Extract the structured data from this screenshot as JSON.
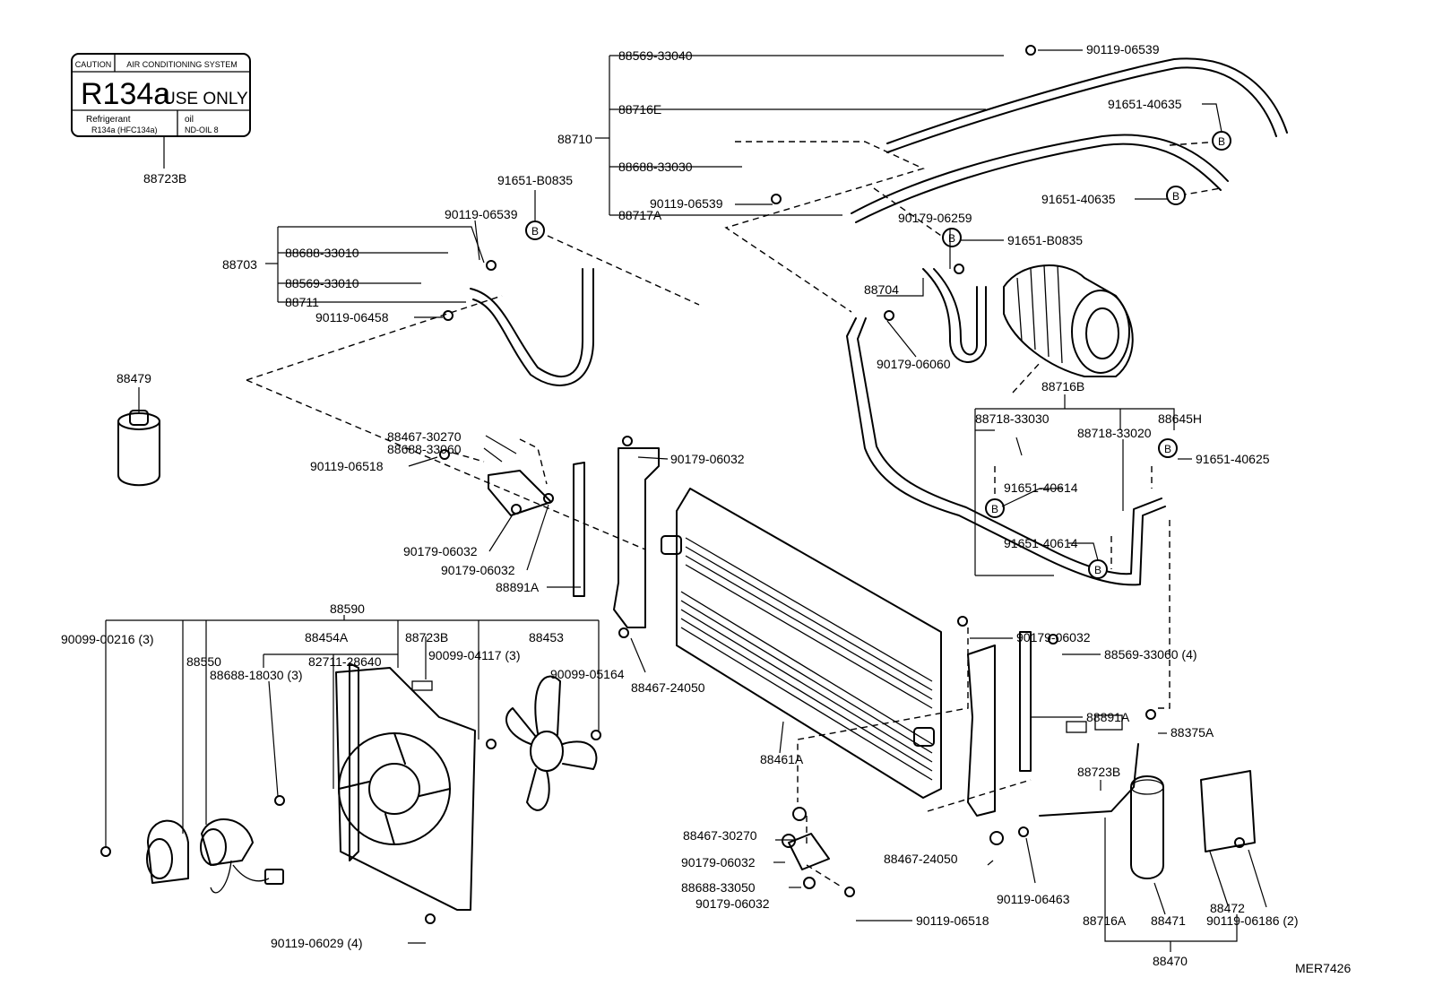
{
  "caution_label": {
    "header_left": "CAUTION",
    "header_right": "AIR CONDITIONING SYSTEM",
    "big_left": "R134a",
    "big_right": "USE ONLY",
    "refrigerant_label": "Refrigerant",
    "refrigerant_value": "R134a (HFC134a)",
    "oil_label": "oil",
    "oil_value": "ND-OIL 8"
  },
  "bolt_symbol": "B",
  "figure_code": "MER7426",
  "callouts": {
    "c88723b_top": "88723B",
    "c88569_33040": "88569-33040",
    "c88716e": "88716E",
    "c88710": "88710",
    "c88688_33030": "88688-33030",
    "c90119_06539_mid": "90119-06539",
    "c88717a": "88717A",
    "c90119_06539_top": "90119-06539",
    "c91651_40635_a": "91651-40635",
    "c91651_40635_b": "91651-40635",
    "c91651_b0835_left": "91651-B0835",
    "c90119_06539_left": "90119-06539",
    "c88688_33010": "88688-33010",
    "c88703": "88703",
    "c88569_33010": "88569-33010",
    "c88711": "88711",
    "c90119_06458": "90119-06458",
    "c90179_06259": "90179-06259",
    "c91651_b0835_right": "91651-B0835",
    "c88704": "88704",
    "c90179_06060": "90179-06060",
    "c88479": "88479",
    "c88716b": "88716B",
    "c88718_33030": "88718-33030",
    "c88645h": "88645H",
    "c88718_33020": "88718-33020",
    "c91651_40625": "91651-40625",
    "c91651_40614_a": "91651-40614",
    "c91651_40614_b": "91651-40614",
    "c88467_30270_top": "88467-30270",
    "c88688_33060": "88688-33060",
    "c90119_06518_top": "90119-06518",
    "c90179_06032_ta": "90179-06032",
    "c90179_06032_l1": "90179-06032",
    "c90179_06032_l2": "90179-06032",
    "c88891a_left": "88891A",
    "c88590": "88590",
    "c90099_00216": "90099-00216 (3)",
    "c88454a": "88454A",
    "c88723b_mid": "88723B",
    "c88453": "88453",
    "c88550": "88550",
    "c82711_28640": "82711-28640",
    "c90099_04117": "90099-04117 (3)",
    "c88688_18030": "88688-18030 (3)",
    "c90099_05164": "90099-05164",
    "c88467_24050_top": "88467-24050",
    "c90179_06032_mid": "90179-06032",
    "c88569_33060": "88569-33060 (4)",
    "c88891a_right": "88891A",
    "c88461a": "88461A",
    "c88375a": "88375A",
    "c88723b_right": "88723B",
    "c88467_30270_bot": "88467-30270",
    "c90179_06032_b1": "90179-06032",
    "c88467_24050_bot": "88467-24050",
    "c88688_33050": "88688-33050",
    "c90179_06032_b2": "90179-06032",
    "c90119_06463": "90119-06463",
    "c90119_06518_bot": "90119-06518",
    "c90119_06029": "90119-06029 (4)",
    "c88716a": "88716A",
    "c88471": "88471",
    "c88472": "88472",
    "c90119_06186": "90119-06186 (2)",
    "c88470": "88470"
  }
}
